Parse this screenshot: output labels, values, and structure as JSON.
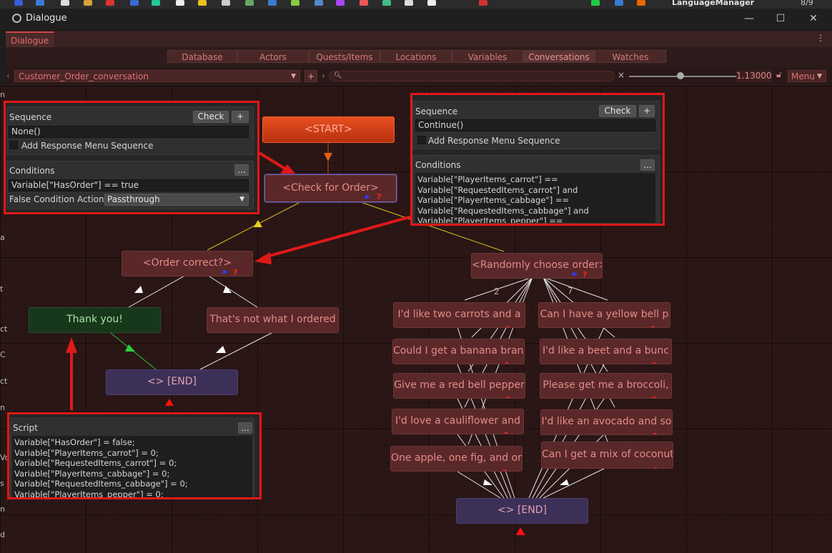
{
  "taskbar": {
    "app_label": "LanguageManager",
    "count": "8/9"
  },
  "window": {
    "title": "Dialogue",
    "minimize": "—",
    "maximize": "☐",
    "close": "✕"
  },
  "panel": {
    "tab_label": "Dialogue",
    "more": "⋮"
  },
  "tabs": [
    {
      "label": "Database",
      "active": false
    },
    {
      "label": "Actors",
      "active": false
    },
    {
      "label": "Quests/Items",
      "active": false
    },
    {
      "label": "Locations",
      "active": false
    },
    {
      "label": "Variables",
      "active": false
    },
    {
      "label": "Conversations",
      "active": true
    },
    {
      "label": "Watches",
      "active": false
    }
  ],
  "toolbar": {
    "conversation": "Customer_Order_conversation",
    "add": "+",
    "search_icon": "magnifier-icon",
    "search_clear": "×",
    "zoom_value": "1.13000",
    "zoom_fraction": 0.48,
    "menu_label": "Menu",
    "left_arrow": "‹",
    "right_arrow": "›"
  },
  "nodes": {
    "start": "<START>",
    "check_for_order": "<Check for Order>",
    "order_correct": "<Order correct?>",
    "randomly_choose": "<Randomly choose order>",
    "thank_you": "Thank you!",
    "not_ordered": "That's not what I ordered",
    "end_left": "<> [END]",
    "end_right": "<> [END]",
    "orders_left": [
      "I'd like two carrots and a",
      "Could I get a banana branc",
      "Give me a red bell pepper",
      "I'd love a cauliflower and",
      "One apple, one fig, and on"
    ],
    "orders_right": [
      "Can I have a yellow bell p",
      "I'd like a beet and a bunc",
      "Please get me a broccoli,",
      "I'd like an avocado and so",
      "Can I get a mix of coconut"
    ],
    "branch_num_left": "2",
    "branch_num_right": "7",
    "qmark": "?"
  },
  "inspector_left": {
    "sequence_label": "Sequence",
    "check": "Check",
    "plus": "+",
    "sequence_value": "None()",
    "add_response": "Add Response Menu Sequence",
    "conditions_label": "Conditions",
    "more": "...",
    "conditions_value": "Variable[\"HasOrder\"] == true",
    "false_action_label": "False Condition Action",
    "false_action_value": "Passthrough"
  },
  "inspector_right": {
    "sequence_label": "Sequence",
    "check": "Check",
    "plus": "+",
    "sequence_value": "Continue()",
    "add_response": "Add Response Menu Sequence",
    "conditions_label": "Conditions",
    "more": "...",
    "conditions_code": "Variable[\"PlayerItems_carrot\"] ==\nVariable[\"RequestedItems_carrot\"] and\nVariable[\"PlayerItems_cabbage\"] ==\nVariable[\"RequestedItems_cabbage\"] and\nVariable[\"PlayerItems_pepper\"] =="
  },
  "inspector_script": {
    "label": "Script",
    "more": "...",
    "code": "Variable[\"HasOrder\"] = false;\nVariable[\"PlayerItems_carrot\"] = 0;\nVariable[\"RequestedItems_carrot\"] = 0;\nVariable[\"PlayerItems_cabbage\"] = 0;\nVariable[\"RequestedItems_cabbage\"] = 0;\nVariable[\"PlayerItems_pepper\"] = 0;"
  },
  "colors": {
    "accent": "#e06a6a",
    "highlight": "#e01818",
    "link": "#d8c020"
  }
}
